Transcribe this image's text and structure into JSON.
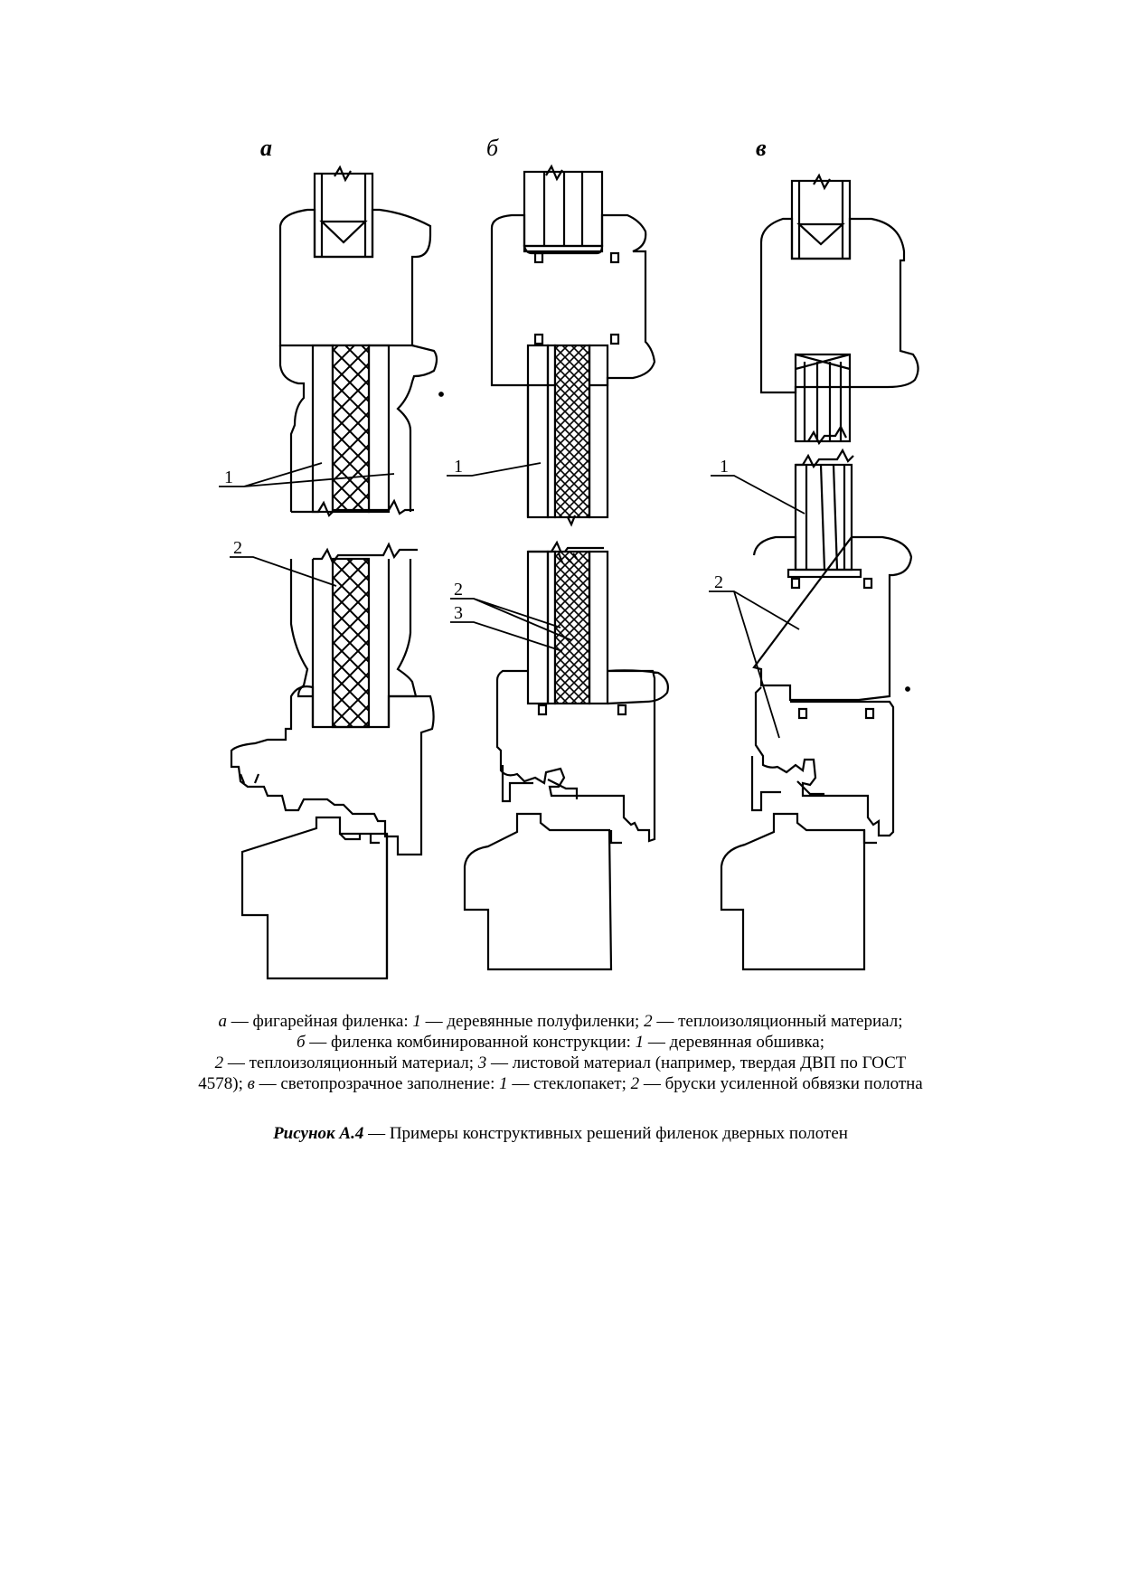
{
  "figure": {
    "panels": [
      {
        "label": "а",
        "callouts": [
          "1",
          "2"
        ]
      },
      {
        "label": "б",
        "callouts": [
          "1",
          "2",
          "3"
        ]
      },
      {
        "label": "в",
        "callouts": [
          "1",
          "2"
        ]
      }
    ]
  },
  "caption": {
    "line1": {
      "a": "а",
      "a_text": " — фигарейная филенка: ",
      "n1": "1",
      "t1": " — деревянные полуфиленки; ",
      "n2": "2",
      "t2": " — теплоизоляционный материал;"
    },
    "line2": {
      "b": "б",
      "b_text": " — филенка комбинированной конструкции: ",
      "n1": "1",
      "t1": " — деревянная обшивка;"
    },
    "line3": {
      "n2": "2",
      "t2": " — теплоизоляционный материал; ",
      "n3": "3",
      "t3": " — листовой материал (например, твердая ДВП по ГОСТ"
    },
    "line4": {
      "t0": "4578); ",
      "v": "в",
      "v_text": " — светопрозрачное заполнение: ",
      "n1": "1",
      "t1": " — стеклопакет; ",
      "n2": "2",
      "t2": " — бруски усиленной обвязки полотна"
    }
  },
  "title": {
    "label": "Рисунок А.4",
    "text": " — Примеры конструктивных решений филенок дверных полотен"
  }
}
